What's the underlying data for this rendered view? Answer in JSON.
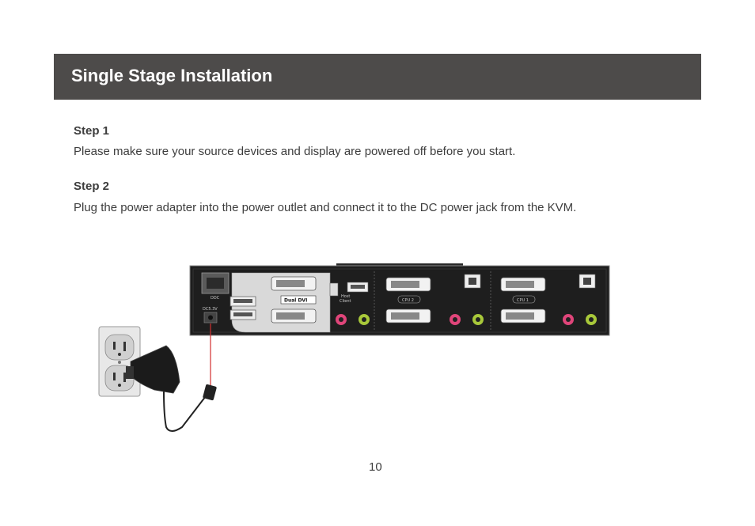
{
  "header": {
    "title": "Single Stage Installation"
  },
  "steps": [
    {
      "heading": "Step 1",
      "text": "Please make sure your source devices and display are powered off before you start."
    },
    {
      "heading": "Step 2",
      "text": "Plug the power adapter into the power outlet and connect it to the DC power jack from the KVM."
    }
  ],
  "diagram": {
    "port_labels": {
      "ddc": "DDC",
      "dc_in": "DC5.3V",
      "dual_dvi": "Dual DVI",
      "host": "Host",
      "client": "Client",
      "cpu2": "CPU 2",
      "cpu1": "CPU 1"
    },
    "colors": {
      "kvm_body": "#1e1e1e",
      "mic_jack": "#e0457a",
      "speaker_jack": "#a8c83a",
      "power_line": "#d32f2f"
    }
  },
  "footer": {
    "page_number": "10"
  }
}
